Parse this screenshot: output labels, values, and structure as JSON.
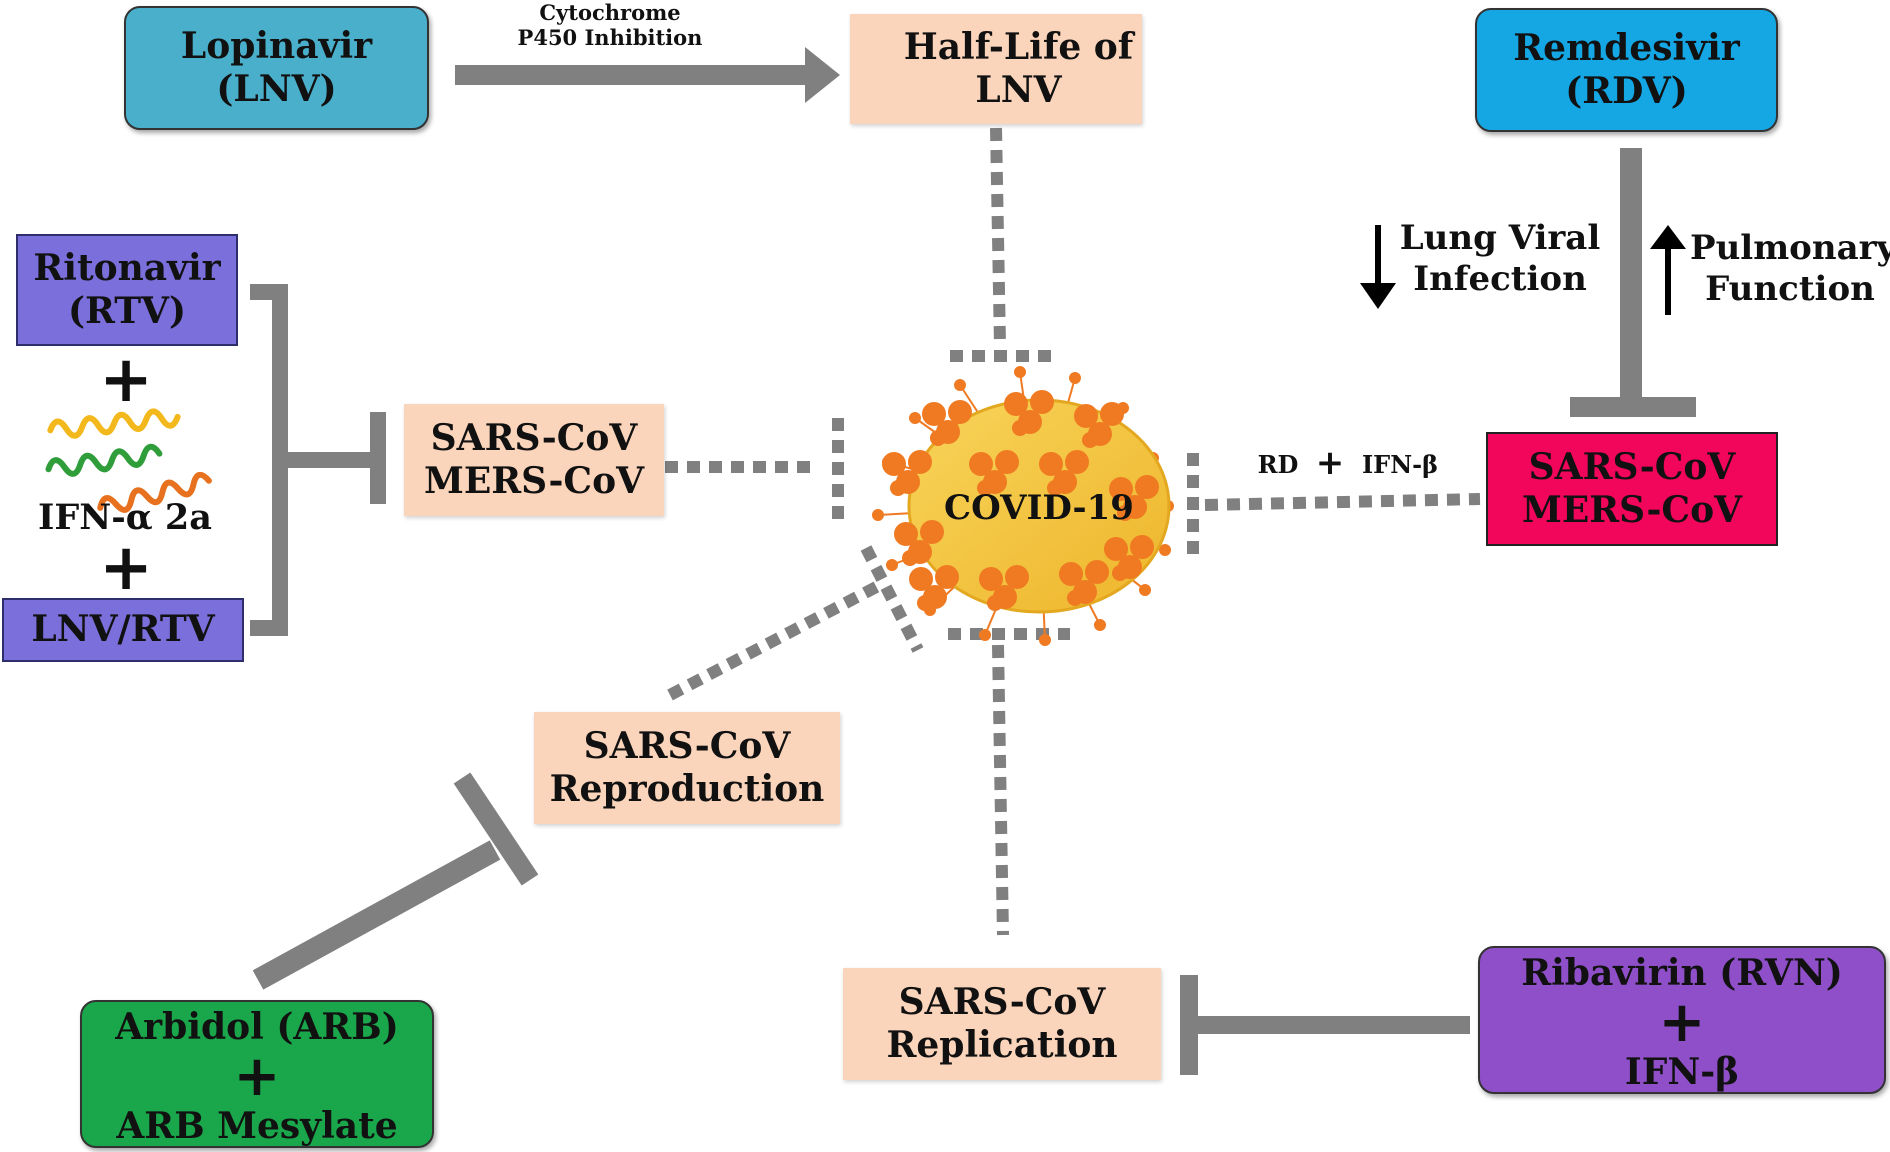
{
  "nodes": {
    "lopinavir": {
      "line1": "Lopinavir",
      "line2": "(LNV)"
    },
    "remdesivir": {
      "line1": "Remdesivir",
      "line2": "(RDV)"
    },
    "ritonavir": {
      "line1": "Ritonavir",
      "line2": "(RTV)"
    },
    "ifn_alpha": "IFN-α 2a",
    "lnv_rtv": "LNV/RTV",
    "arbidol": {
      "line1": "Arbidol (ARB)",
      "line2": "ARB Mesylate"
    },
    "ribavirin": {
      "line1": "Ribavirin (RVN)",
      "line2": "IFN-β"
    },
    "half_life": {
      "line1": "Half-Life of",
      "line2": "LNV"
    },
    "sars_mers_left": {
      "line1": "SARS-CoV",
      "line2": "MERS-CoV"
    },
    "sars_mers_right": {
      "line1": "SARS-CoV",
      "line2": "MERS-CoV"
    },
    "reproduction": {
      "line1": "SARS-CoV",
      "line2": "Reproduction"
    },
    "replication": {
      "line1": "SARS-CoV",
      "line2": "Replication"
    },
    "virus": "COVID-19"
  },
  "labels": {
    "cyp": {
      "line1": "Cytochrome",
      "line2": "P450 Inhibition"
    },
    "lung": {
      "line1": "Lung Viral",
      "line2": "Infection"
    },
    "pulmonary": {
      "line1": "Pulmonary",
      "line2": "Function"
    },
    "rd": "RD",
    "ifn_beta": "IFN-β"
  },
  "plus": "+",
  "colors": {
    "lopinavir": "#4aafcb",
    "remdesivir": "#14a7e4",
    "ritonavir": "#7b6fdc",
    "arbidol": "#1aa64a",
    "ribavirin": "#8e4fc8",
    "sars_right": "#f2065b",
    "effect": "#fbd5bb",
    "virus_body": "#f4c13a",
    "spike": "#ef7a22",
    "connector": "#808080"
  }
}
